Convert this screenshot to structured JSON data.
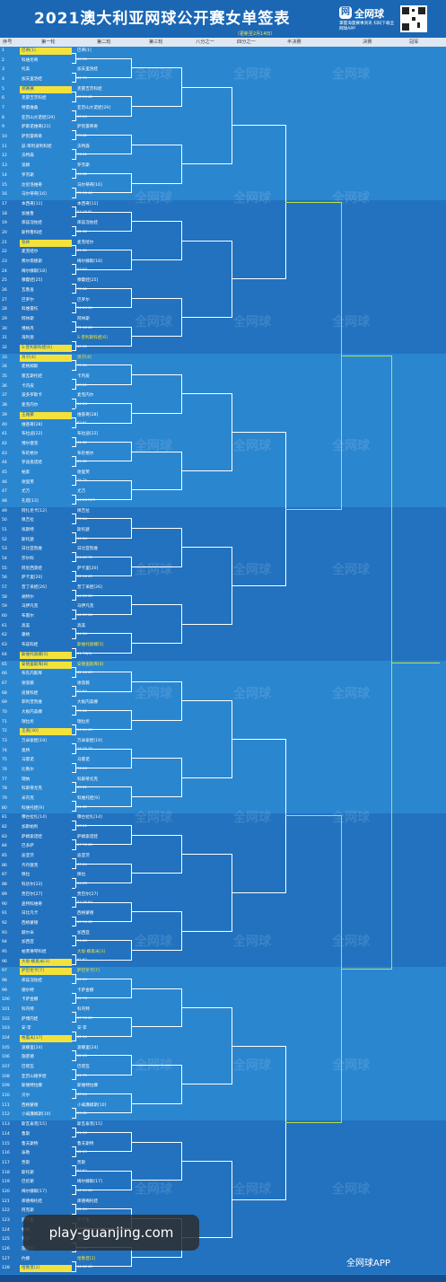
{
  "header": {
    "title": "2021澳大利亚网球公开赛女单签表",
    "update_note": "（更新至2月14日）",
    "brand": "全网球",
    "tagline": "掌握海量赛事资讯 扫码下载全网球APP"
  },
  "columns": [
    "序号",
    "第一轮",
    "第二轮",
    "第三轮",
    "八分之一",
    "四分之一",
    "半决赛",
    "决赛",
    "冠军"
  ],
  "round1": [
    {
      "n": "1",
      "name": "巴蒂[1]",
      "hl": true
    },
    {
      "n": "2",
      "name": "科维尼奇"
    },
    {
      "n": "3",
      "name": "托美"
    },
    {
      "n": "4",
      "name": "加夫里洛娃"
    },
    {
      "n": "5",
      "name": "郑赛赛",
      "hl": true
    },
    {
      "n": "6",
      "name": "克雷吉茨科娃"
    },
    {
      "n": "7",
      "name": "特雷维桑"
    },
    {
      "n": "8",
      "name": "亚历山大诺娃[29]"
    },
    {
      "n": "9",
      "name": "萨斯诺维奇[21]"
    },
    {
      "n": "10",
      "name": "萨凯雷奇奇"
    },
    {
      "n": "11",
      "name": "兹·哥利波利科娃"
    },
    {
      "n": "12",
      "name": "沃特森"
    },
    {
      "n": "13",
      "name": "谈姆"
    },
    {
      "n": "14",
      "name": "罗杰斯"
    },
    {
      "n": "15",
      "name": "达尼洛维奇"
    },
    {
      "n": "16",
      "name": "马尔蒂奇[16]"
    },
    {
      "n": "17",
      "name": "本西奇[11]"
    },
    {
      "n": "18",
      "name": "加维鲁"
    },
    {
      "n": "19",
      "name": "库兹涅佐娃"
    },
    {
      "n": "20",
      "name": "斯特鲁科娃"
    },
    {
      "n": "21",
      "name": "张帅",
      "hl": true
    },
    {
      "n": "22",
      "name": "麦克哈尔"
    },
    {
      "n": "23",
      "name": "费尔南德斯"
    },
    {
      "n": "24",
      "name": "梅尔滕斯[18]"
    },
    {
      "n": "25",
      "name": "穆霍娃[25]"
    },
    {
      "n": "26",
      "name": "瓦鲁查"
    },
    {
      "n": "27",
      "name": "巴罗尔"
    },
    {
      "n": "28",
      "name": "科维雷托"
    },
    {
      "n": "29",
      "name": "阿林斯"
    },
    {
      "n": "30",
      "name": "博格丹"
    },
    {
      "n": "31",
      "name": "海利恩"
    },
    {
      "n": "32",
      "name": "S·普利斯科娃[6]",
      "hl": true
    },
    {
      "n": "33",
      "name": "肖宁[4]",
      "hl": true
    },
    {
      "n": "34",
      "name": "麦格姆斯"
    },
    {
      "n": "35",
      "name": "塞瓦斯托娃"
    },
    {
      "n": "36",
      "name": "卡内皮"
    },
    {
      "n": "37",
      "name": "波多罗斯卡"
    },
    {
      "n": "38",
      "name": "麦克内尔"
    },
    {
      "n": "39",
      "name": "王雅繁",
      "hl": true
    },
    {
      "n": "40",
      "name": "维基奇[28]"
    },
    {
      "n": "41",
      "name": "布拉迪[22]"
    },
    {
      "n": "42",
      "name": "博尔塞克"
    },
    {
      "n": "43",
      "name": "布伦格尔"
    },
    {
      "n": "44",
      "name": "罗迪奥诺娃"
    },
    {
      "n": "45",
      "name": "帕索"
    },
    {
      "n": "46",
      "name": "谢里芙"
    },
    {
      "n": "47",
      "name": "尤万"
    },
    {
      "n": "48",
      "name": "孔塔[13]"
    },
    {
      "n": "49",
      "name": "阿扎伦卡[12]"
    },
    {
      "n": "50",
      "name": "佩吉拉"
    },
    {
      "n": "51",
      "name": "埃斯特"
    },
    {
      "n": "52",
      "name": "斯托瑟"
    },
    {
      "n": "53",
      "name": "日比亚凯维"
    },
    {
      "n": "54",
      "name": "莎尔科"
    },
    {
      "n": "55",
      "name": "阿尼西莫娃"
    },
    {
      "n": "56",
      "name": "萨卡里[20]"
    },
    {
      "n": "57",
      "name": "普丁采娃[26]"
    },
    {
      "n": "58",
      "name": "胡特尔"
    },
    {
      "n": "59",
      "name": "马伊凡克"
    },
    {
      "n": "60",
      "name": "布雷尔"
    },
    {
      "n": "61",
      "name": "高美"
    },
    {
      "n": "62",
      "name": "康格"
    },
    {
      "n": "63",
      "name": "布兹科娃"
    },
    {
      "n": "64",
      "name": "斯维托丽娜[5]",
      "hl": true
    },
    {
      "n": "65",
      "name": "安德里斯库[8]",
      "hl": true
    },
    {
      "n": "66",
      "name": "布孔内斯库"
    },
    {
      "n": "67",
      "name": "谢淑薇"
    },
    {
      "n": "68",
      "name": "皮隆科娃"
    },
    {
      "n": "69",
      "name": "菲利普凯维"
    },
    {
      "n": "70",
      "name": "大板内美娜"
    },
    {
      "n": "71",
      "name": "瑞拉尼"
    },
    {
      "n": "72",
      "name": "王蔷[30]",
      "hl": true
    },
    {
      "n": "73",
      "name": "万卓索娃[19]"
    },
    {
      "n": "74",
      "name": "奥特"
    },
    {
      "n": "75",
      "name": "马雷诺"
    },
    {
      "n": "76",
      "name": "比勒尔"
    },
    {
      "n": "77",
      "name": "瑞纳"
    },
    {
      "n": "78",
      "name": "科斯蒂尤克"
    },
    {
      "n": "79",
      "name": "米内克"
    },
    {
      "n": "80",
      "name": "科维托娃[9]"
    },
    {
      "n": "81",
      "name": "穆古拉扎[14]"
    },
    {
      "n": "82",
      "name": "加斯帕利"
    },
    {
      "n": "83",
      "name": "萨姆索诺娃"
    },
    {
      "n": "84",
      "name": "巴多萨"
    },
    {
      "n": "85",
      "name": "迪亚茨"
    },
    {
      "n": "86",
      "name": "齐丹塞克"
    },
    {
      "n": "87",
      "name": "佩拉"
    },
    {
      "n": "88",
      "name": "科达尔[23]"
    },
    {
      "n": "89",
      "name": "贾巴尔[27]"
    },
    {
      "n": "90",
      "name": "盖特科维奇"
    },
    {
      "n": "91",
      "name": "日比凡卡"
    },
    {
      "n": "92",
      "name": "西格蒙德"
    },
    {
      "n": "93",
      "name": "赫尔米"
    },
    {
      "n": "94",
      "name": "加西亚"
    },
    {
      "n": "95",
      "name": "帕芙琳琴科娃"
    },
    {
      "n": "96",
      "name": "大坂·娜奥米[3]",
      "hl": true
    },
    {
      "n": "97",
      "name": "萨巴伦卡[7]",
      "hl": true
    },
    {
      "n": "98",
      "name": "库兹涅佐娃"
    },
    {
      "n": "99",
      "name": "德尔特"
    },
    {
      "n": "100",
      "name": "卡萨金娜"
    },
    {
      "n": "101",
      "name": "科内特"
    },
    {
      "n": "102",
      "name": "萨博内娃"
    },
    {
      "n": "103",
      "name": "安·李"
    },
    {
      "n": "104",
      "name": "格蕾夫[17]",
      "hl": true
    },
    {
      "n": "105",
      "name": "波娜里[24]"
    },
    {
      "n": "106",
      "name": "施密德"
    },
    {
      "n": "107",
      "name": "巴塔瓦"
    },
    {
      "n": "108",
      "name": "亚历山德罗娃"
    },
    {
      "n": "109",
      "name": "斯维特拉娜"
    },
    {
      "n": "110",
      "name": "贝尔"
    },
    {
      "n": "111",
      "name": "西格蒙德"
    },
    {
      "n": "112",
      "name": "小威廉姆斯[10]"
    },
    {
      "n": "113",
      "name": "斯瓦泰克[15]"
    },
    {
      "n": "114",
      "name": "鲁斯"
    },
    {
      "n": "115",
      "name": "鲁夫斯特"
    },
    {
      "n": "116",
      "name": "泰勒"
    },
    {
      "n": "117",
      "name": "贾斯"
    },
    {
      "n": "118",
      "name": "斯托斯"
    },
    {
      "n": "119",
      "name": "巴伦斯"
    },
    {
      "n": "120",
      "name": "梅尔滕斯[17]"
    },
    {
      "n": "121",
      "name": "库德梅托娃"
    },
    {
      "n": "122",
      "name": "阿克斯"
    },
    {
      "n": "123",
      "name": "萨卡里"
    },
    {
      "n": "124",
      "name": "特维"
    },
    {
      "n": "125",
      "name": "莱宁"
    },
    {
      "n": "126",
      "name": "施塔尔"
    },
    {
      "n": "127",
      "name": "约娜"
    },
    {
      "n": "128",
      "name": "哈勒普[2]",
      "hl": true
    }
  ],
  "round2": [
    {
      "w": "巴蒂[1]",
      "s": "63 60"
    },
    {
      "w": "加夫里洛娃",
      "s": "61 75"
    },
    {
      "w": "克雷吉茨科娃",
      "s": "63 26 62"
    },
    {
      "w": "亚历山大诺娃[29]",
      "s": "63 64"
    },
    {
      "w": "萨凯雷奇奇",
      "s": "75 62"
    },
    {
      "w": "沃特森",
      "s": "76 61"
    },
    {
      "w": "罗杰斯",
      "s": "64 62"
    },
    {
      "w": "马尔蒂奇[16]",
      "s": "75 36 64"
    },
    {
      "w": "本西奇[11]",
      "s": "63 46 61"
    },
    {
      "w": "库兹涅佐娃",
      "s": "62 62"
    },
    {
      "w": "麦克哈尔",
      "s": "61 61"
    },
    {
      "w": "梅尔滕斯[18]",
      "s": "63 63"
    },
    {
      "w": "穆霍娃[25]",
      "s": "75 62"
    },
    {
      "w": "巴罗尔",
      "s": "36 64 64"
    },
    {
      "w": "阿林斯",
      "s": "75 46 60"
    },
    {
      "w": "S·普利斯科娃[6]",
      "s": "60 62",
      "hl": true
    },
    {
      "w": "肖宁[4]",
      "s": "75 64",
      "hl": true
    },
    {
      "w": "卡内皮",
      "s": "63 61"
    },
    {
      "w": "麦克内尔",
      "s": "64 64"
    },
    {
      "w": "维基奇[28]",
      "s": "62 61"
    },
    {
      "w": "布拉迪[22]",
      "s": "61 62"
    },
    {
      "w": "布伦格尔",
      "s": "61 62"
    },
    {
      "w": "谢里芙",
      "s": "75 75"
    },
    {
      "w": "尤万",
      "s": "46 26 RET."
    },
    {
      "w": "佩吉拉",
      "s": "75 64"
    },
    {
      "w": "斯托瑟",
      "s": "64 64"
    },
    {
      "w": "日比亚凯维",
      "s": "26 63 75"
    },
    {
      "w": "萨卡里[20]",
      "s": "62 06 63"
    },
    {
      "w": "普丁采娃[26]",
      "s": "46 63 63"
    },
    {
      "w": "马伊凡克",
      "s": "46 63 64"
    },
    {
      "w": "高美",
      "s": "64 64"
    },
    {
      "w": "斯维托丽娜[5]",
      "s": "61 76(5)",
      "hl": true
    },
    {
      "w": "安德里斯库[8]",
      "s": "62 46 63",
      "hl": true
    },
    {
      "w": "谢淑薇",
      "s": "62 64"
    },
    {
      "w": "大板内美娜",
      "s": "75 62"
    },
    {
      "w": "瑞拉尼",
      "s": "26 64 63"
    },
    {
      "w": "万卓索娃[19]",
      "s": "26 75 75"
    },
    {
      "w": "马雷诺",
      "s": "76 63"
    },
    {
      "w": "科斯蒂尤克",
      "s": "63 61"
    },
    {
      "w": "科维托娃[9]",
      "s": "61 62"
    },
    {
      "w": "穆古拉扎[14]",
      "s": "63 61"
    },
    {
      "w": "萨姆索诺娃",
      "s": "67 76 63"
    },
    {
      "w": "迪亚茨",
      "s": "63 64"
    },
    {
      "w": "佩拉",
      "s": "64 63"
    },
    {
      "w": "贾巴尔[27]",
      "s": "63 36 64"
    },
    {
      "w": "西格蒙德",
      "s": "63 36 62"
    },
    {
      "w": "加西亚",
      "s": "76 63"
    },
    {
      "w": "大坂·娜奥米[3]",
      "s": "61 62",
      "hl": true
    },
    {
      "w": "萨巴伦卡[7]",
      "s": "64 64",
      "hl": true
    },
    {
      "w": "卡萨金娜",
      "s": "61 76"
    },
    {
      "w": "科内特",
      "s": "67 76 63"
    },
    {
      "w": "安·李",
      "s": "62 60"
    },
    {
      "w": "波娜里[24]",
      "s": "62 63"
    },
    {
      "w": "巴塔瓦",
      "s": "61 75"
    },
    {
      "w": "斯维特拉娜",
      "s": "63 64"
    },
    {
      "w": "小威廉姆斯[10]",
      "s": "63 62"
    },
    {
      "w": "斯瓦泰克[15]",
      "s": "61 63"
    },
    {
      "w": "鲁夫斯特",
      "s": "62 63"
    },
    {
      "w": "贾斯",
      "s": "64 62"
    },
    {
      "w": "梅尔滕斯[17]",
      "s": "46 64 64"
    },
    {
      "w": "库德梅托娃",
      "s": "62 64"
    },
    {
      "w": "萨卡里",
      "s": "61 60"
    },
    {
      "w": "莱宁",
      "s": "63 64"
    },
    {
      "w": "哈勒普[2]",
      "s": "46 60 63",
      "hl": true
    }
  ],
  "site_badge": "play-guanjing.com",
  "bottom_brand": "全网球APP",
  "watermark": "全网球",
  "colors": {
    "bg": "#2a7fc8",
    "header": "#1b67b4",
    "highlight": "#f4e23c",
    "bracket_line": "#ffffff",
    "final_line": "#b8e14a"
  }
}
